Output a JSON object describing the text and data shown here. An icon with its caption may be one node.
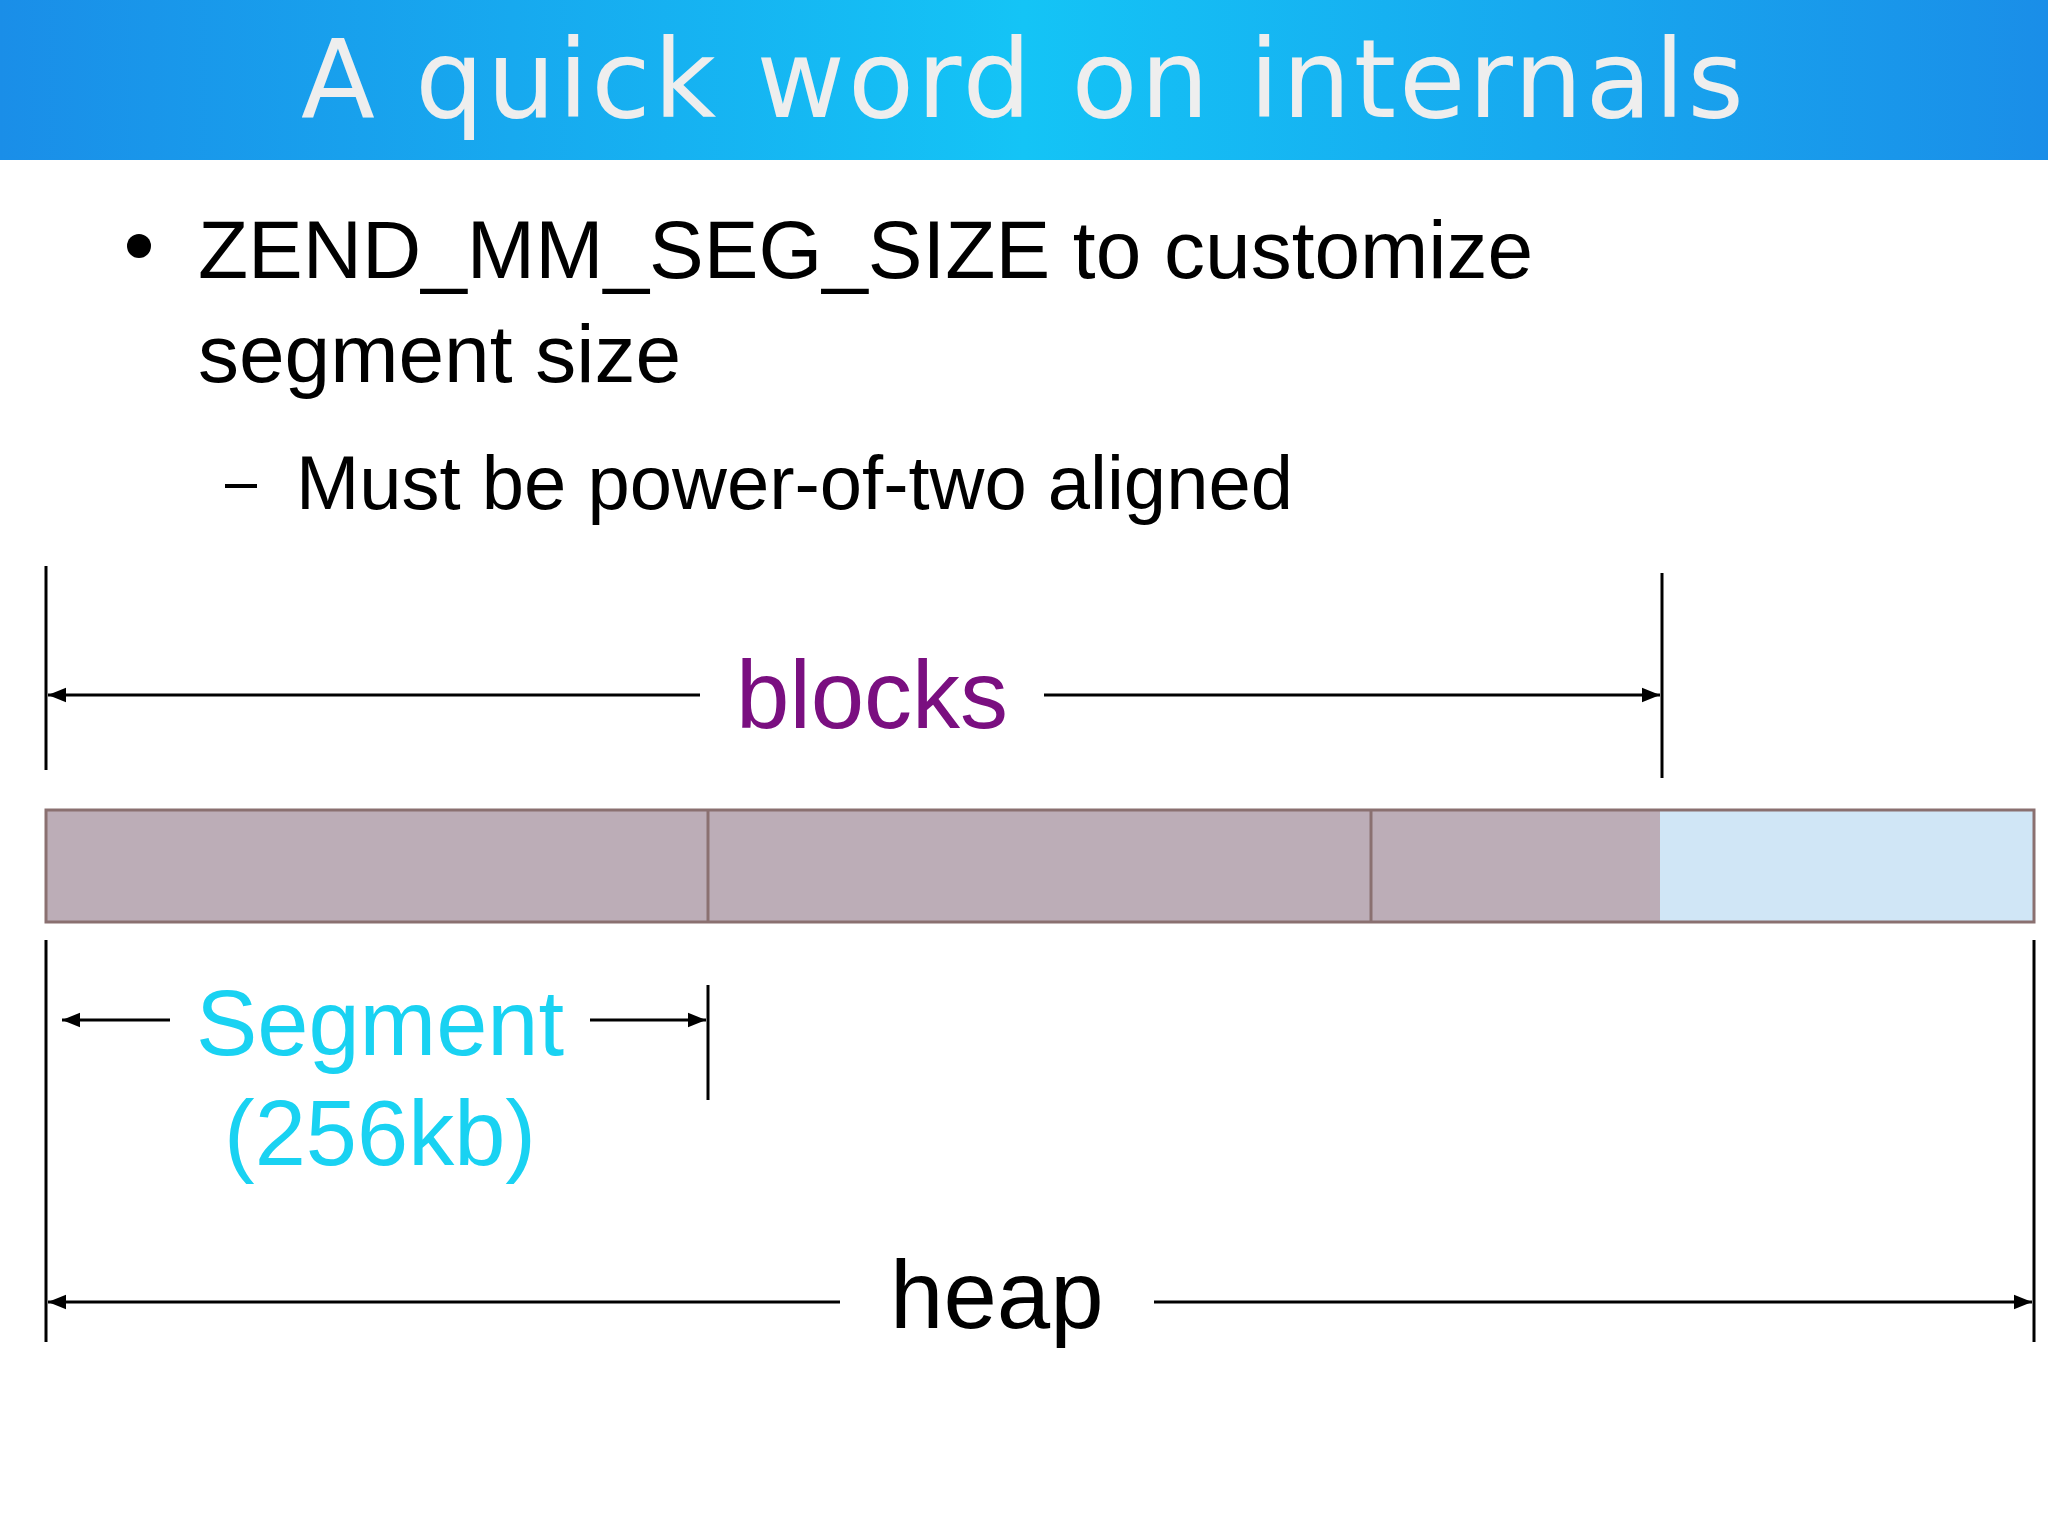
{
  "diagram": {
    "title": "A quick word on internals",
    "labels": [
      "ZEND_MM_SEG_SIZE to customize segment size",
      "Must be power-of-two aligned",
      "blocks",
      "Segment (256kb)",
      "heap"
    ]
  }
}
